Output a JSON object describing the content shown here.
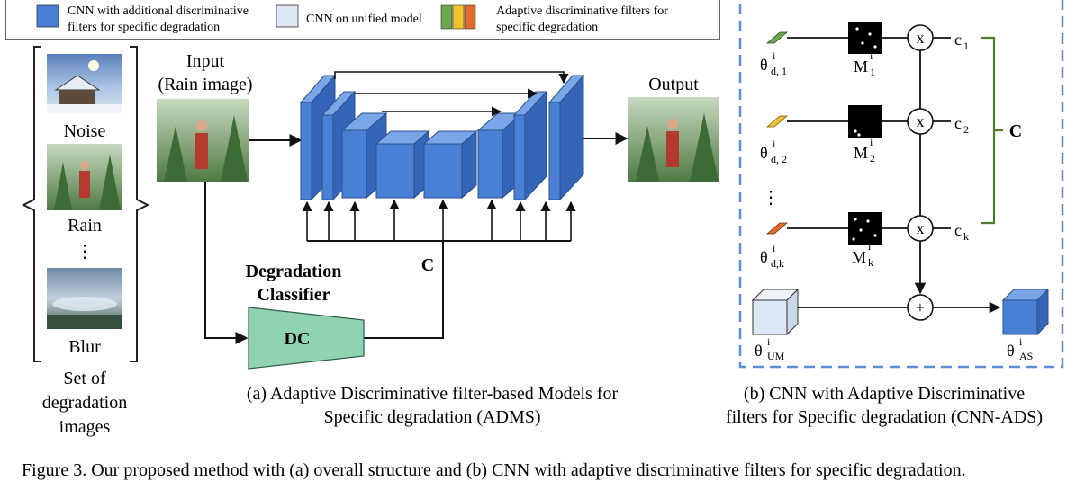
{
  "legend": {
    "item1": {
      "line1": "CNN with additional discriminative",
      "line2": "filters for specific degradation",
      "color": "#4a7fd6"
    },
    "item2": {
      "label": "CNN on unified model",
      "color": "#dde8f6"
    },
    "item3": {
      "line1": "Adaptive discriminative filters for",
      "line2": "specific degradation",
      "colors": [
        "#6aa84f",
        "#f1c232",
        "#e06c2c"
      ]
    }
  },
  "left_panel": {
    "items": [
      {
        "label": "Noise",
        "icon": "winter-house-image"
      },
      {
        "label": "Rain",
        "icon": "rain-man-image"
      },
      {
        "label": "⋮",
        "icon": "vertical-ellipsis"
      },
      {
        "label": "Blur",
        "icon": "blurred-landscape-image"
      }
    ],
    "caption_lines": [
      "Set of",
      "degradation",
      "images"
    ]
  },
  "panel_a": {
    "input_label_lines": [
      "Input",
      "(Rain image)"
    ],
    "output_label": "Output",
    "c_label": "C",
    "classifier_label_lines": [
      "Degradation",
      "Classifier"
    ],
    "dc_label": "DC",
    "caption_lines": [
      "(a)  Adaptive Discriminative filter-based Models for",
      "Specific degradation (ADMS)"
    ]
  },
  "panel_b": {
    "rows": [
      {
        "theta": "θ",
        "theta_sup": "i",
        "theta_sub": "d, 1",
        "mask": "M",
        "mask_sup": "i",
        "mask_sub": "1",
        "op": "x",
        "c": "c",
        "c_sub": "1",
        "filter_color": "#6aa84f"
      },
      {
        "theta": "θ",
        "theta_sup": "i",
        "theta_sub": "d, 2",
        "mask": "M",
        "mask_sup": "i",
        "mask_sub": "2",
        "op": "x",
        "c": "c",
        "c_sub": "2",
        "filter_color": "#f1c232"
      },
      {
        "theta": "θ",
        "theta_sup": "i",
        "theta_sub": "d,k",
        "mask": "M",
        "mask_sup": "i",
        "mask_sub": "k",
        "op": "x",
        "c": "c",
        "c_sub": "k",
        "filter_color": "#e06c2c"
      }
    ],
    "dots": "⋮",
    "c_brace_label": "C",
    "plus": "+",
    "um": {
      "theta": "θ",
      "sup": "i",
      "sub": "UM"
    },
    "as": {
      "theta": "θ",
      "sup": "i",
      "sub": "AS"
    },
    "caption_lines": [
      "(b) CNN with Adaptive Discriminative",
      "filters for Specific degradation (CNN-ADS)"
    ]
  },
  "figure_caption": "Figure 3. Our proposed method with (a) overall structure and (b) CNN with adaptive discriminative filters for specific degradation."
}
